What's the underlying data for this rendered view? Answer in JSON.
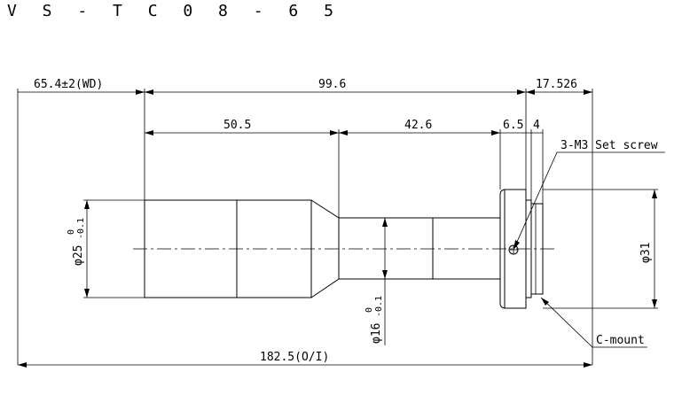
{
  "title": "V S - T C 0 8 - 6 5",
  "dimensions": {
    "wd": "65.4±2(WD)",
    "length_body": "99.6",
    "length_rear": "17.526",
    "seg_front": "50.5",
    "seg_mid": "42.6",
    "seg_65": "6.5",
    "seg_4": "4",
    "oi": "182.5(O/I)"
  },
  "diameters": {
    "front_sym": "φ25",
    "front_tol_upper": "0",
    "front_tol_lower": "-0.1",
    "mid_sym": "φ16",
    "mid_tol_upper": "0",
    "mid_tol_lower": "-0.1",
    "rear": "φ31"
  },
  "callouts": {
    "set_screw": "3-M3 Set screw",
    "c_mount": "C-mount"
  }
}
